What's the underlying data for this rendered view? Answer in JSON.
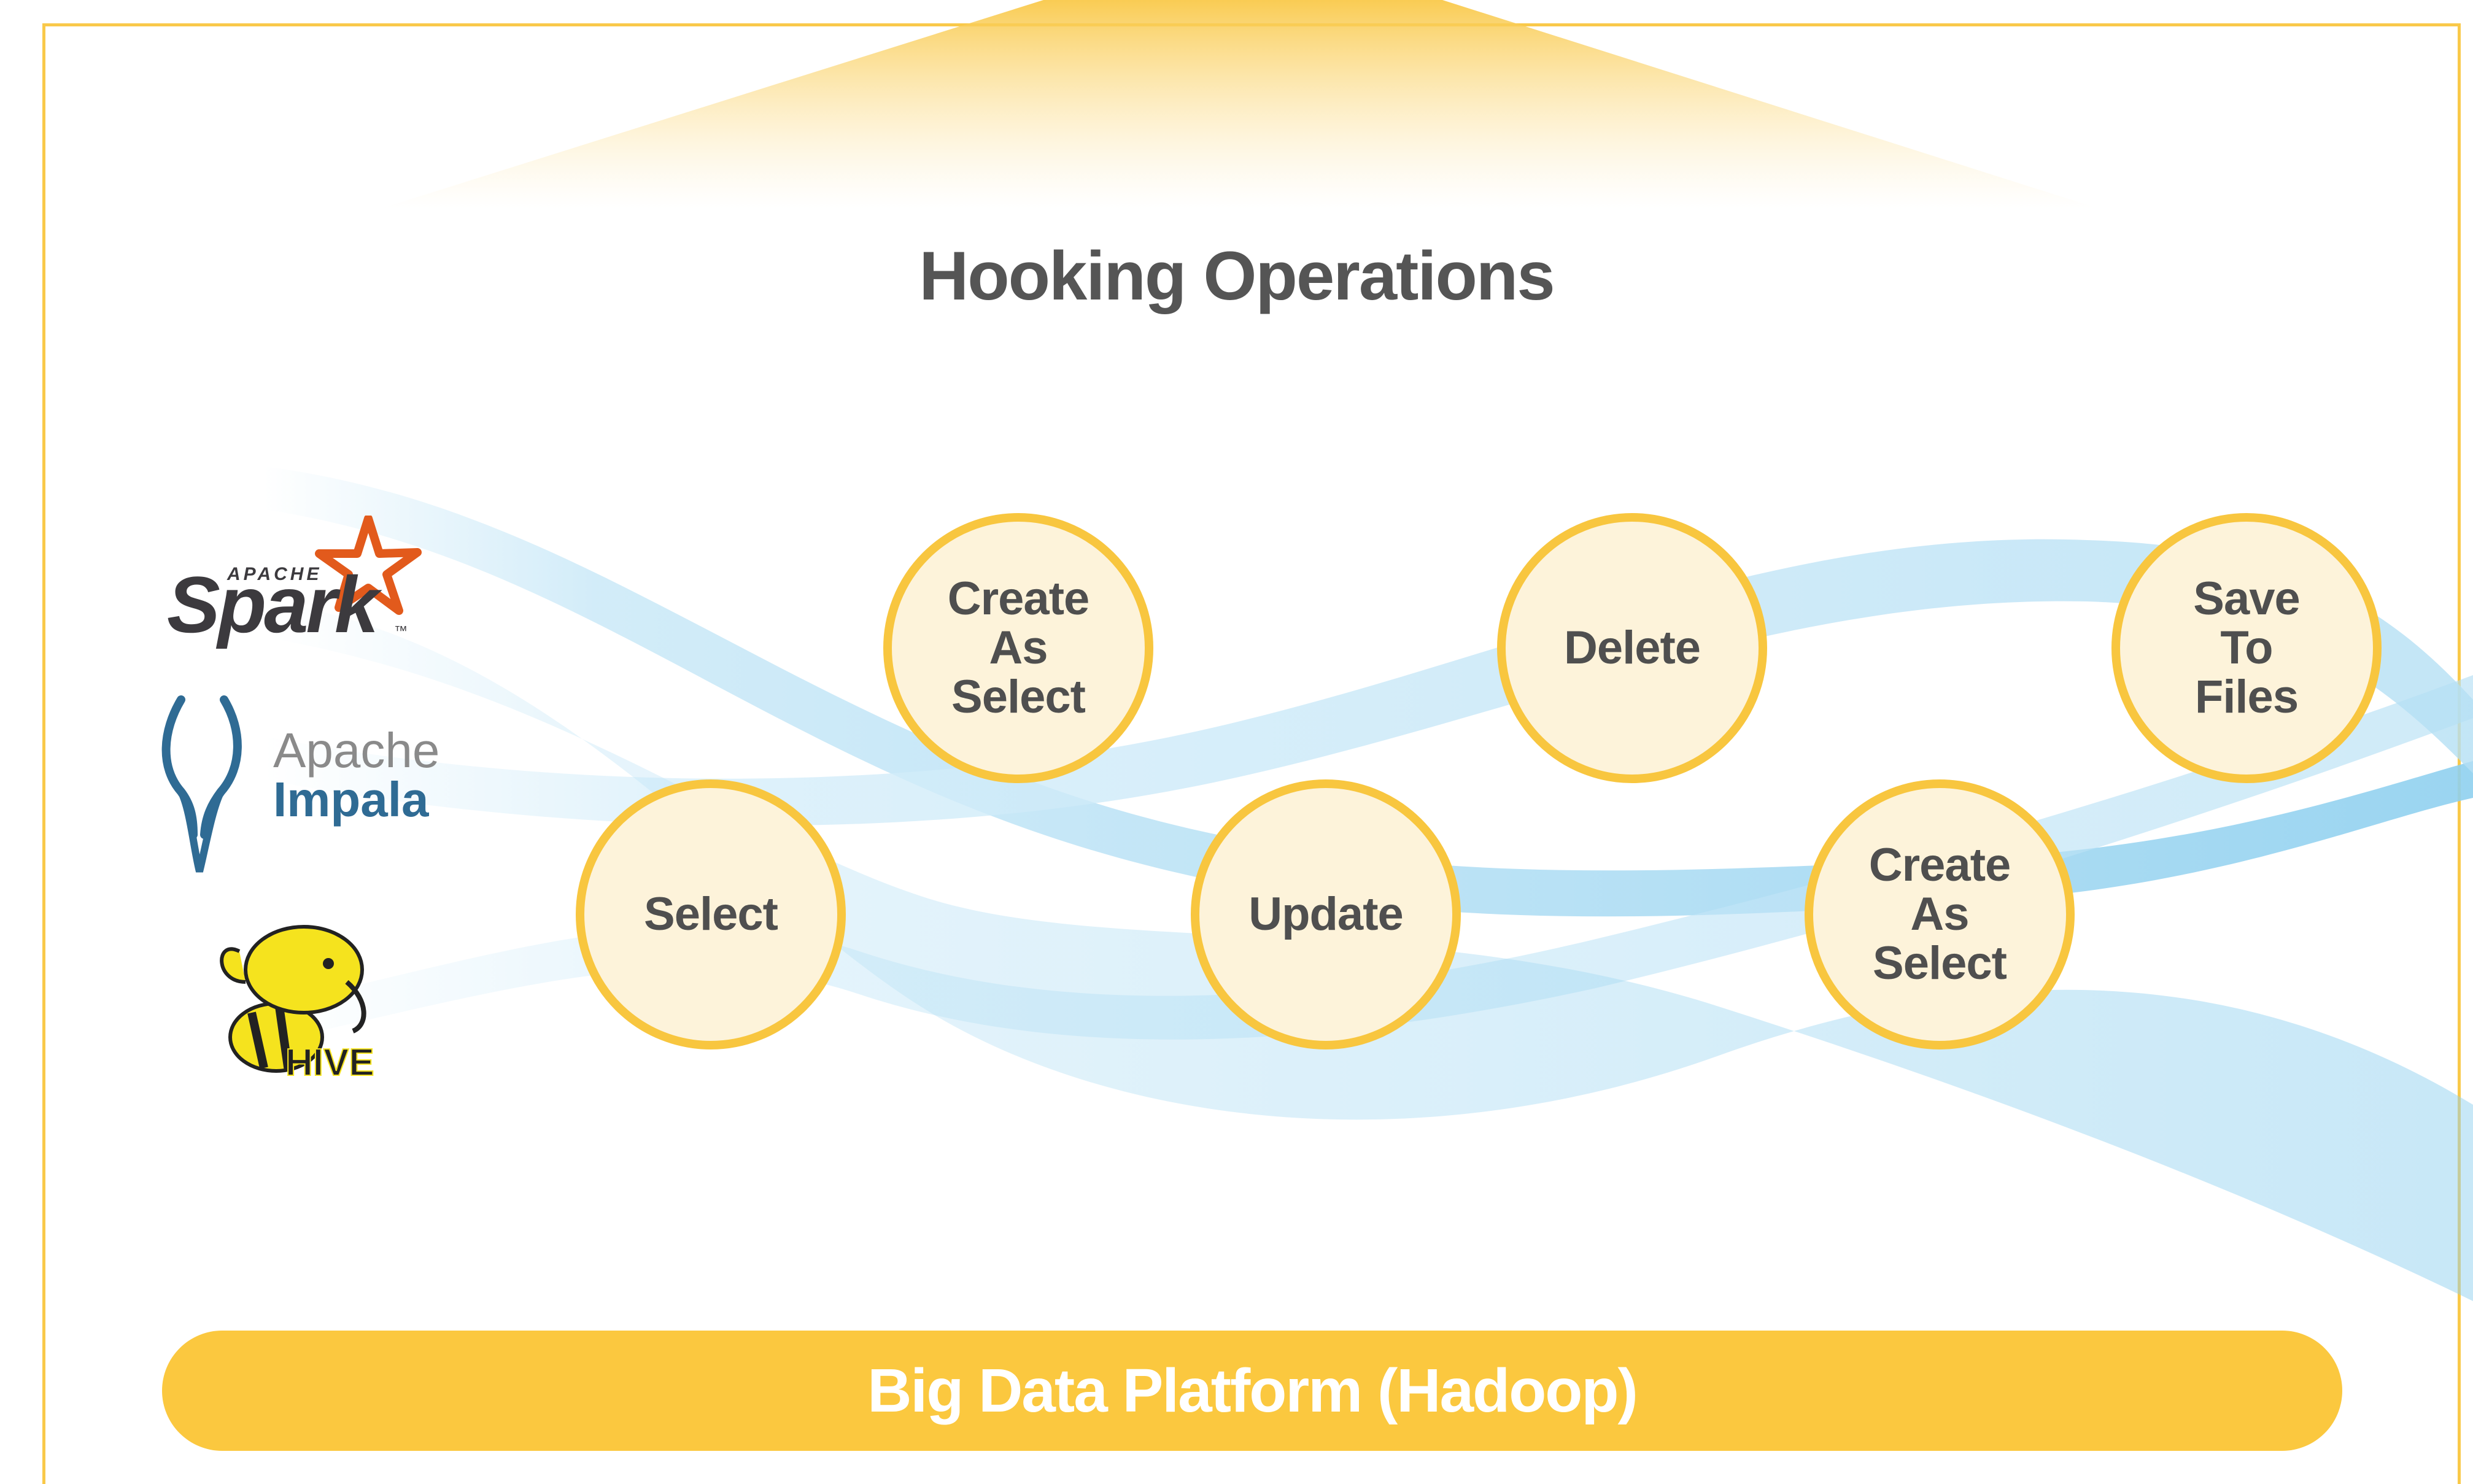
{
  "title": "Hooking Operations",
  "platform": {
    "label": "Big Data Platform (Hadoop)"
  },
  "logos": {
    "spark": {
      "small": "APACHE",
      "main": "Spark",
      "tm": "™"
    },
    "impala": {
      "line1": "Apache",
      "line2": "Impala"
    },
    "hive": {
      "label": "HIVE"
    }
  },
  "operations": [
    {
      "label": "Select"
    },
    {
      "label": "Create\nAs\nSelect"
    },
    {
      "label": "Update"
    },
    {
      "label": "Delete"
    },
    {
      "label": "Create\nAs\nSelect"
    },
    {
      "label": "Save\nTo\nFiles"
    }
  ],
  "colors": {
    "accent": "#f8c63f",
    "node_fill": "#fdf3da",
    "text": "#555555",
    "wave": "#9fd6f0"
  },
  "icons": [
    "spark-logo-icon",
    "impala-antelope-icon",
    "hive-bee-icon"
  ]
}
